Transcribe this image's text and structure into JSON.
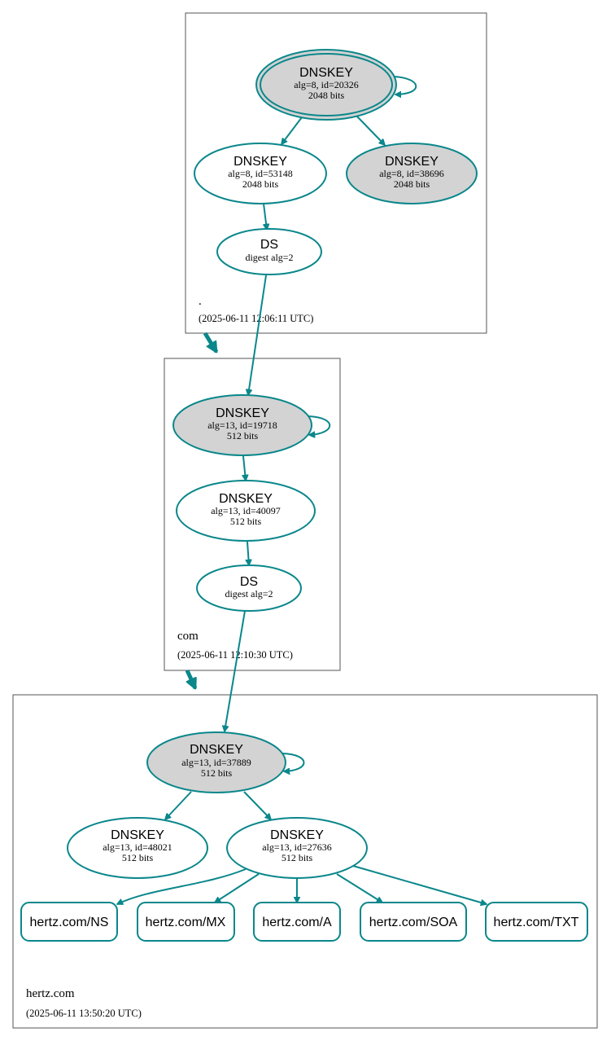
{
  "colors": {
    "edge": "#0a878b",
    "ksk_fill": "#d3d3d3",
    "zone_border": "#555555"
  },
  "zones": {
    "root": {
      "name": ".",
      "timestamp": "(2025-06-11 12:06:11 UTC)",
      "trust_anchor": {
        "title": "DNSKEY",
        "params": "alg=8, id=20326",
        "size": "2048 bits"
      },
      "zsk": {
        "title": "DNSKEY",
        "params": "alg=8, id=53148",
        "size": "2048 bits"
      },
      "standby": {
        "title": "DNSKEY",
        "params": "alg=8, id=38696",
        "size": "2048 bits"
      },
      "ds": {
        "title": "DS",
        "params": "digest alg=2"
      }
    },
    "com": {
      "name": "com",
      "timestamp": "(2025-06-11 12:10:30 UTC)",
      "ksk": {
        "title": "DNSKEY",
        "params": "alg=13, id=19718",
        "size": "512 bits"
      },
      "zsk": {
        "title": "DNSKEY",
        "params": "alg=13, id=40097",
        "size": "512 bits"
      },
      "ds": {
        "title": "DS",
        "params": "digest alg=2"
      }
    },
    "hertz": {
      "name": "hertz.com",
      "timestamp": "(2025-06-11 13:50:20 UTC)",
      "ksk": {
        "title": "DNSKEY",
        "params": "alg=13, id=37889",
        "size": "512 bits"
      },
      "key2": {
        "title": "DNSKEY",
        "params": "alg=13, id=48021",
        "size": "512 bits"
      },
      "zsk": {
        "title": "DNSKEY",
        "params": "alg=13, id=27636",
        "size": "512 bits"
      },
      "rrsets": [
        "hertz.com/NS",
        "hertz.com/MX",
        "hertz.com/A",
        "hertz.com/SOA",
        "hertz.com/TXT"
      ]
    }
  }
}
